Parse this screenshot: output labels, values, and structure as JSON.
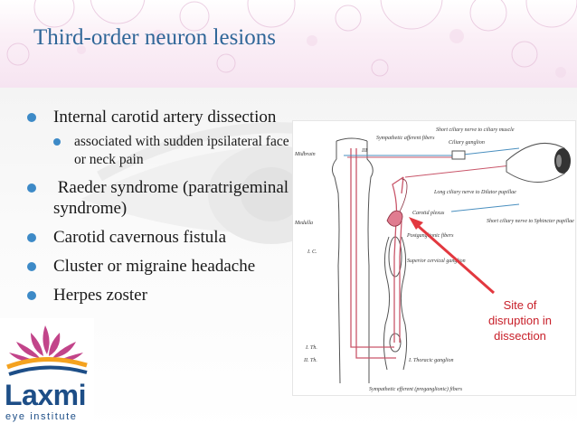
{
  "slide": {
    "title": "Third-order neuron lesions"
  },
  "bullets": [
    {
      "text": "Internal carotid artery dissection",
      "sub": [
        "associated with sudden ipsilateral face or neck pain"
      ]
    },
    {
      "text": " Raeder syndrome (paratrigeminal syndrome)"
    },
    {
      "text": "Carotid cavernous fistula"
    },
    {
      "text": "Cluster or migraine headache"
    },
    {
      "text": "Herpes zoster"
    }
  ],
  "diagram": {
    "labels": {
      "sympathetic_afferent": "Sympathetic afferent fibers",
      "short_ciliary_top": "Short ciliary nerve to ciliary muscle",
      "ciliary_ganglion": "Ciliary ganglion",
      "roman_iii": "III",
      "midbrain": "Midbrain",
      "long_ciliary": "Long ciliary nerve to Dilator pupillae",
      "carotid_plexus": "Carotid plexus",
      "short_ciliary_bottom": "Short ciliary nerve to Sphincter pupillae",
      "medulla": "Medulla",
      "postganglionic": "Postganglionic fibers",
      "ic": "I. C.",
      "superior_cervical": "Superior cervical ganglion",
      "i_th": "I. Th.",
      "ii_th": "II. Th.",
      "thoracic_ganglion": "I. Thoracic ganglion",
      "sympathetic_efferent": "Sympathetic efferent (preganglionic) fibers",
      "callout": [
        "Site of",
        "disruption in",
        "dissection"
      ]
    }
  },
  "logo": {
    "name": "Laxmi",
    "tagline": "eye institute"
  },
  "colors": {
    "title": "#2f6698",
    "bullet": "#3d8ac7",
    "arrow": "#e2383f",
    "callout_text": "#c8202a",
    "nerve": "#c9566a",
    "logo_blue": "#1d4e87",
    "lotus_pink": "#c2448a",
    "lotus_orange": "#f4a21f"
  }
}
